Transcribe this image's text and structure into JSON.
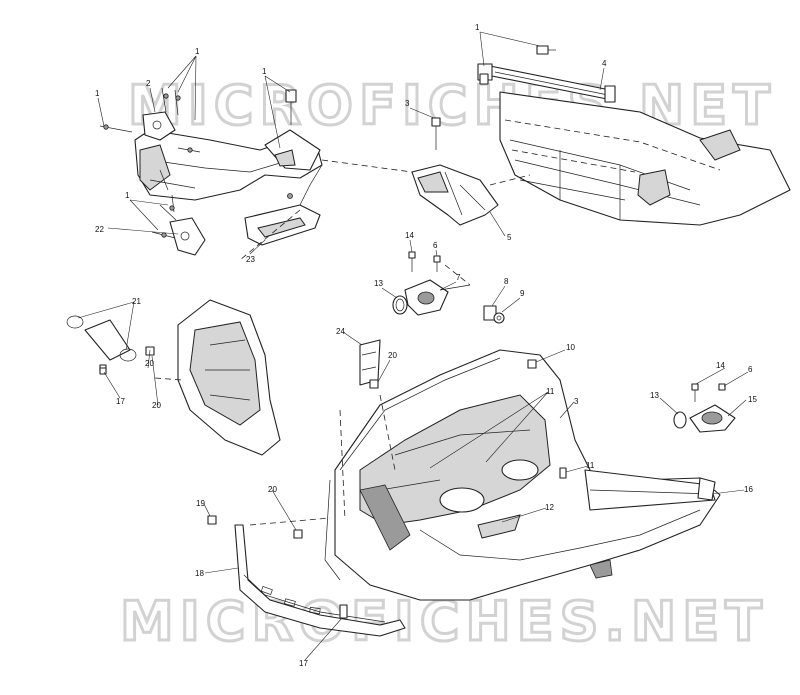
{
  "watermark": "MICROFICHES.NET",
  "callouts": [
    "1",
    "2",
    "3",
    "4",
    "5",
    "6",
    "7",
    "8",
    "9",
    "10",
    "11",
    "12",
    "13",
    "14",
    "15",
    "16",
    "17",
    "18",
    "19",
    "20",
    "21",
    "22",
    "23",
    "24"
  ]
}
